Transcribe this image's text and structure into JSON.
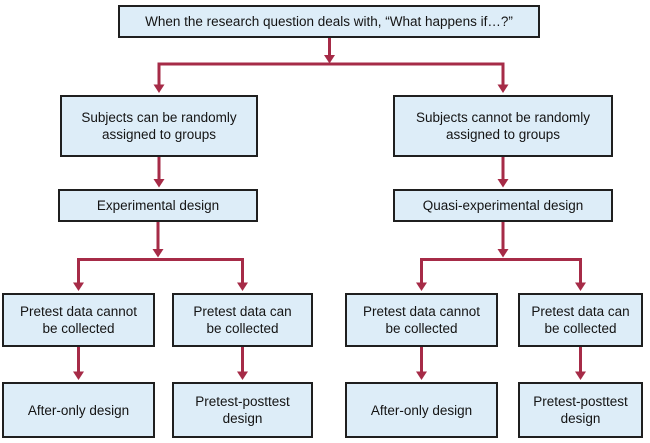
{
  "colors": {
    "background": "#ffffff",
    "node-fill": "#ddedf8",
    "node-border": "#1f1f1f",
    "arrow": "#a62b47",
    "text": "#141414"
  },
  "flowchart": {
    "root": "When the research question deals with, “What happens if…?”",
    "left": {
      "condition": "Subjects can be randomly\nassigned to groups",
      "design": "Experimental design",
      "pretest_cannot": "Pretest data cannot\nbe collected",
      "pretest_can": "Pretest data can\nbe collected",
      "after_only": "After-only design",
      "pretest_posttest": "Pretest-posttest\ndesign"
    },
    "right": {
      "condition": "Subjects cannot be randomly\nassigned to groups",
      "design": "Quasi-experimental design",
      "pretest_cannot": "Pretest data cannot\nbe collected",
      "pretest_can": "Pretest data can\nbe collected",
      "after_only": "After-only design",
      "pretest_posttest": "Pretest-posttest\ndesign"
    }
  }
}
